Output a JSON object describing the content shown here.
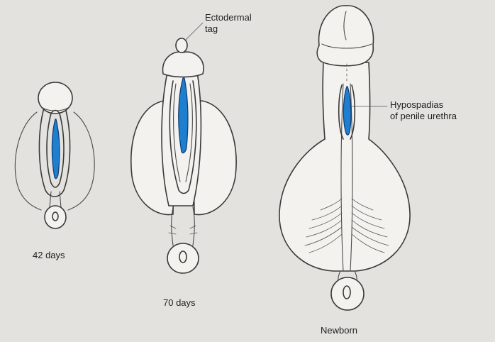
{
  "labels": {
    "stage_42": "42 days",
    "stage_70": "70 days",
    "stage_newborn": "Newborn",
    "ectodermal_line1": "Ectodermal",
    "ectodermal_line2": "tag",
    "hypospadias_line1": "Hypospadias",
    "hypospadias_line2": "of penile urethra"
  },
  "colors": {
    "background": "#e3e2df",
    "urethral_groove": "#1e7fcf",
    "ink": "#3a3a3a"
  }
}
